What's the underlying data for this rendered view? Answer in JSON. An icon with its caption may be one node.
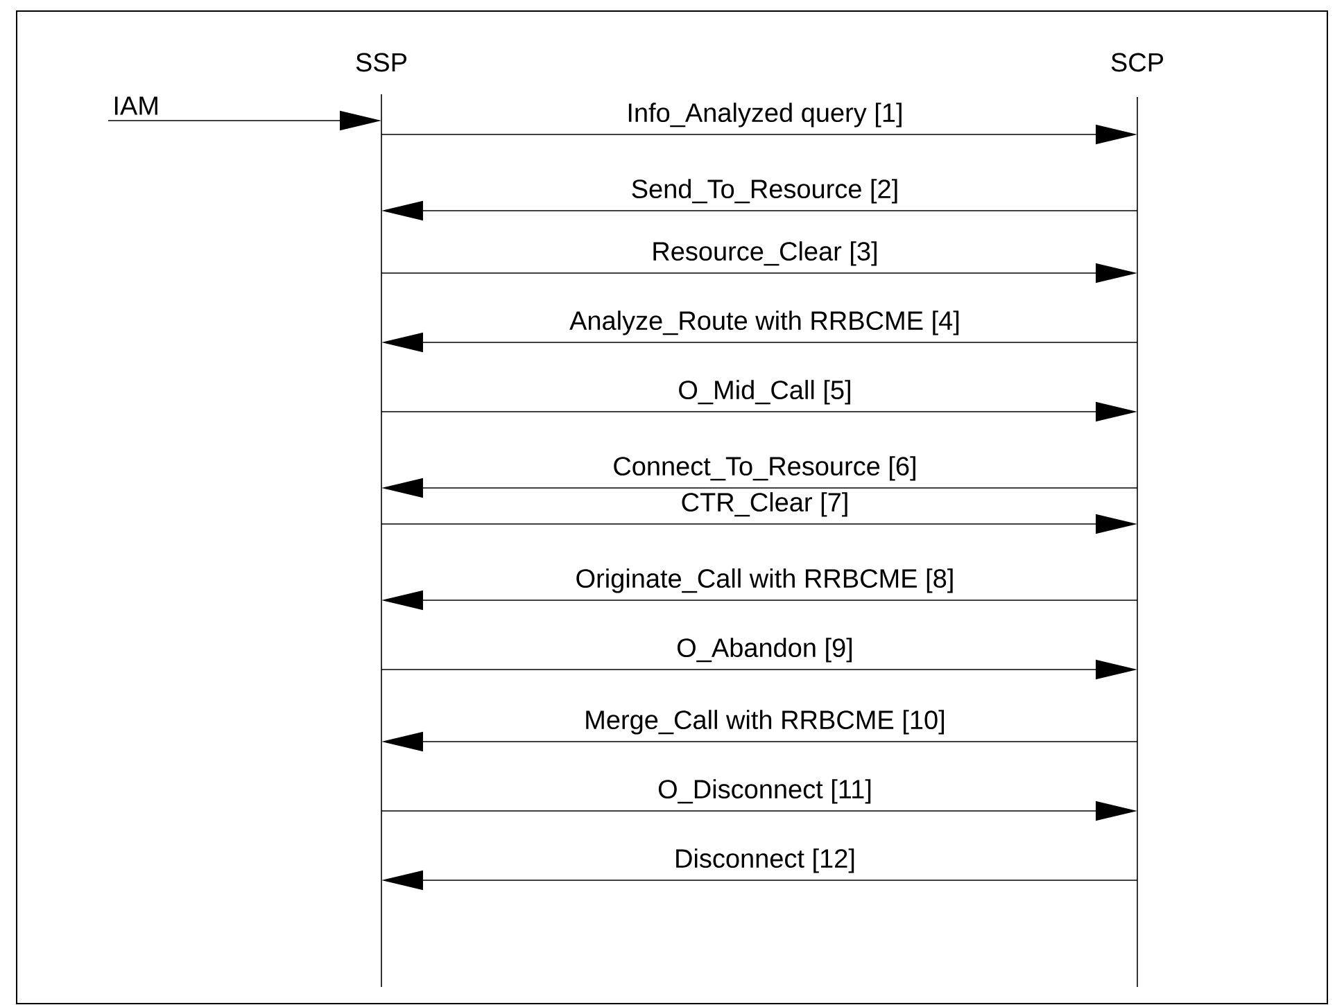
{
  "diagram": {
    "nodes": [
      {
        "text": [
          "SSP"
        ]
      },
      {
        "text": [
          "SCP"
        ]
      }
    ],
    "edges": [
      {
        "from": null,
        "to": 0,
        "arrow": "to",
        "label": "IAM"
      },
      {
        "from": 0,
        "to": 1,
        "arrow": "to",
        "label": "Info_Analyzed query [1]"
      },
      {
        "from": 1,
        "to": 0,
        "arrow": "to",
        "label": "Send_To_Resource [2]"
      },
      {
        "from": 0,
        "to": 1,
        "arrow": "to",
        "label": "Resource_Clear [3]"
      },
      {
        "from": 1,
        "to": 0,
        "arrow": "to",
        "label": "Analyze_Route with RRBCME [4]"
      },
      {
        "from": 0,
        "to": 1,
        "arrow": "to",
        "label": "O_Mid_Call [5]"
      },
      {
        "from": 1,
        "to": 0,
        "arrow": "to",
        "label": "Connect_To_Resource [6]"
      },
      {
        "from": 0,
        "to": 1,
        "arrow": "to",
        "label": "CTR_Clear [7]"
      },
      {
        "from": 1,
        "to": 0,
        "arrow": "to",
        "label": "Originate_Call with RRBCME [8]"
      },
      {
        "from": 0,
        "to": 1,
        "arrow": "to",
        "label": "O_Abandon [9]"
      },
      {
        "from": 1,
        "to": 0,
        "arrow": "to",
        "label": "Merge_Call with RRBCME [10]"
      },
      {
        "from": 0,
        "to": 1,
        "arrow": "to",
        "label": "O_Disconnect [11]"
      },
      {
        "from": 1,
        "to": 0,
        "arrow": "to",
        "label": "Disconnect [12]"
      }
    ]
  }
}
